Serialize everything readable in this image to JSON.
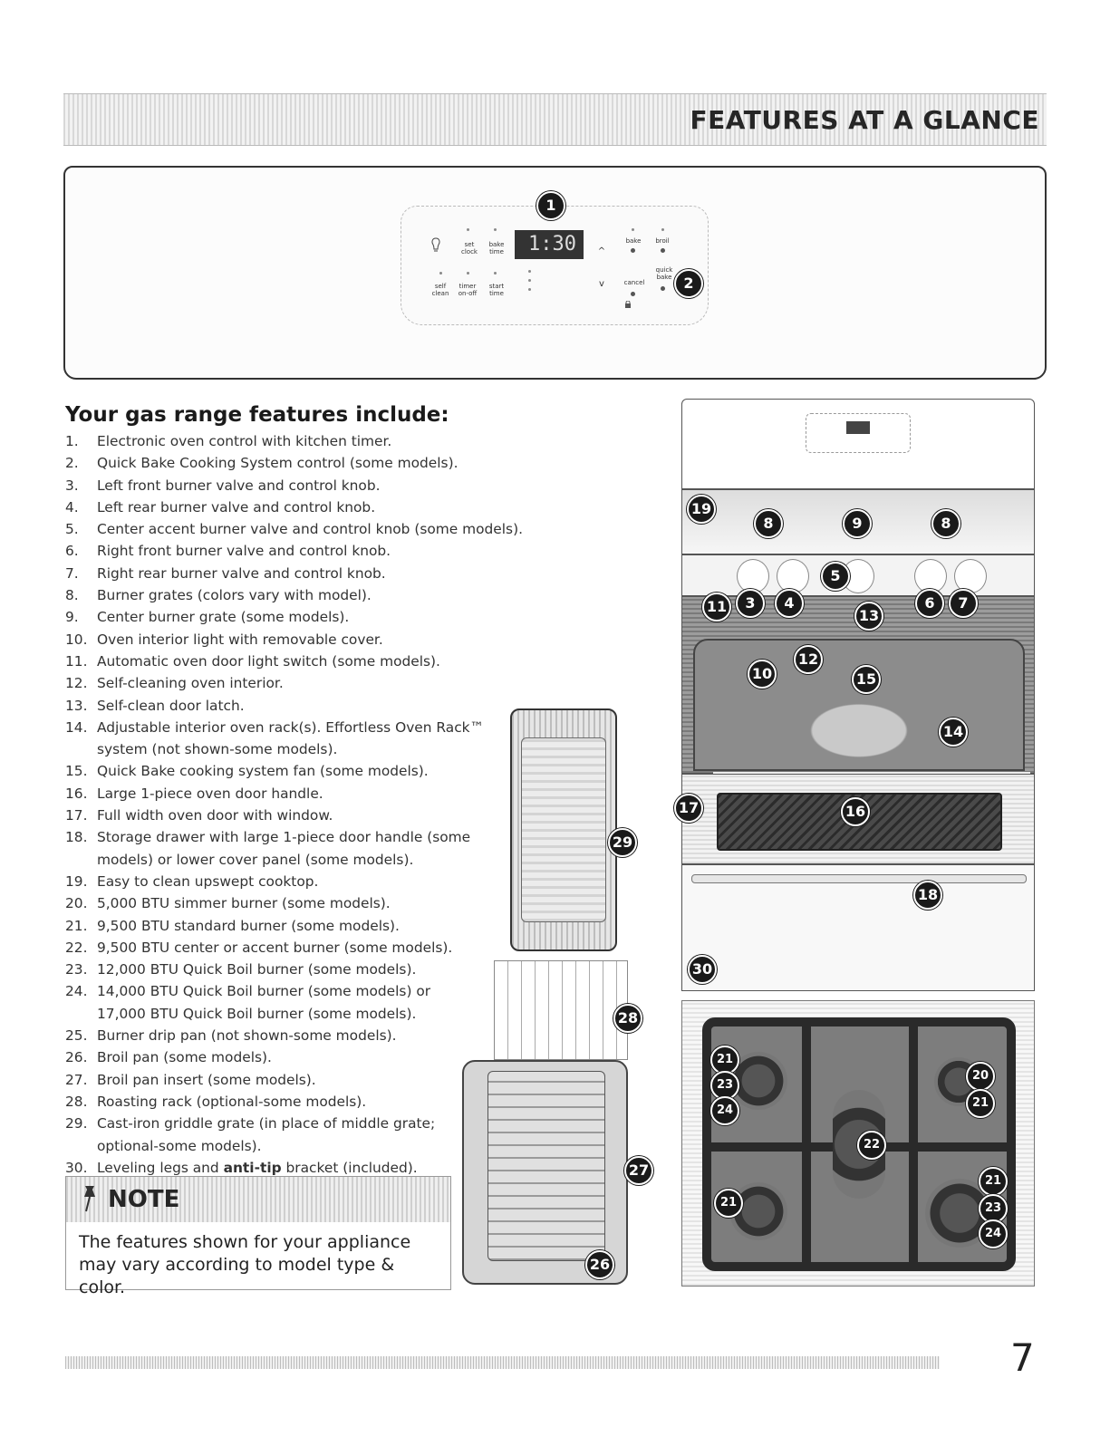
{
  "header": {
    "title": "FEATURES AT A GLANCE"
  },
  "control_panel": {
    "display": "1:30",
    "keys": {
      "set_clock": "set clock",
      "bake_time": "bake time",
      "self_clean": "self clean",
      "timer": "timer on-off",
      "start_time": "start time",
      "bake": "bake",
      "broil": "broil",
      "cancel": "cancel",
      "quick_bake": "quick bake",
      "up": "^",
      "down": "v"
    },
    "badges": [
      "1",
      "2"
    ]
  },
  "features": {
    "title": "Your gas range features include:",
    "items": [
      {
        "num": "1.",
        "text": "Electronic oven control with kitchen timer."
      },
      {
        "num": "2.",
        "text": "Quick Bake Cooking System control (some models)."
      },
      {
        "num": "3.",
        "text": "Left front burner valve and control knob."
      },
      {
        "num": "4.",
        "text": "Left rear burner valve and control knob."
      },
      {
        "num": "5.",
        "text": "Center accent burner valve and control knob (some models)."
      },
      {
        "num": "6.",
        "text": "Right front burner valve and control knob."
      },
      {
        "num": "7.",
        "text": "Right rear burner valve and control knob."
      },
      {
        "num": "8.",
        "text": "Burner grates (colors vary with model)."
      },
      {
        "num": "9.",
        "text": "Center burner grate (some models)."
      },
      {
        "num": "10.",
        "text": "Oven interior light with removable cover."
      },
      {
        "num": "11.",
        "text": "Automatic oven door light switch (some models)."
      },
      {
        "num": "12.",
        "text": "Self-cleaning oven interior."
      },
      {
        "num": "13.",
        "text": "Self-clean door latch."
      },
      {
        "num": "14.",
        "text": "Adjustable interior oven rack(s). Effortless Oven Rack™ system (not shown-some models)."
      },
      {
        "num": "15.",
        "text": "Quick Bake cooking system fan (some models)."
      },
      {
        "num": "16.",
        "text": "Large 1-piece oven door handle."
      },
      {
        "num": "17.",
        "text": "Full width oven door with window."
      },
      {
        "num": "18.",
        "text": "Storage drawer with large 1-piece door handle (some models) or lower cover panel (some models)."
      },
      {
        "num": "19.",
        "text": "Easy to clean upswept cooktop."
      },
      {
        "num": "20.",
        "text": "5,000 BTU simmer burner (some models)."
      },
      {
        "num": "21.",
        "text": "9,500 BTU standard burner (some models)."
      },
      {
        "num": "22.",
        "text": "9,500 BTU center or accent burner (some models)."
      },
      {
        "num": "23.",
        "text": "12,000 BTU Quick Boil burner (some models)."
      },
      {
        "num": "24.",
        "text": "14,000 BTU Quick Boil burner (some models) or 17,000 BTU Quick Boil burner (some models)."
      },
      {
        "num": "25.",
        "text": "Burner drip pan (not shown-some models)."
      },
      {
        "num": "26.",
        "text": "Broil pan (some models)."
      },
      {
        "num": "27.",
        "text": "Broil pan insert (some models)."
      },
      {
        "num": "28.",
        "text": "Roasting rack (optional-some models)."
      },
      {
        "num": "29.",
        "text": "Cast-iron griddle grate (in place of middle grate; optional-some models)."
      }
    ],
    "last_item": {
      "num": "30.",
      "pre": "Leveling legs and ",
      "bold": "anti-tip",
      "post": " bracket (included)."
    }
  },
  "note": {
    "title": "NOTE",
    "body": "The features shown for your appliance may vary according to model type & color."
  },
  "callouts": {
    "c19": "19",
    "c8a": "8",
    "c9": "9",
    "c8b": "8",
    "c5": "5",
    "c11": "11",
    "c3": "3",
    "c4": "4",
    "c13": "13",
    "c6": "6",
    "c7": "7",
    "c12": "12",
    "c10": "10",
    "c15": "15",
    "c14": "14",
    "c17": "17",
    "c16": "16",
    "c29": "29",
    "c18": "18",
    "c30": "30",
    "c28": "28",
    "c27": "27",
    "c26": "26",
    "c21a": "21",
    "c23a": "23",
    "c24a": "24",
    "c20": "20",
    "c21b": "21",
    "c22": "22",
    "c21c": "21",
    "c21d": "21",
    "c23b": "23",
    "c24b": "24"
  },
  "page_number": "7"
}
